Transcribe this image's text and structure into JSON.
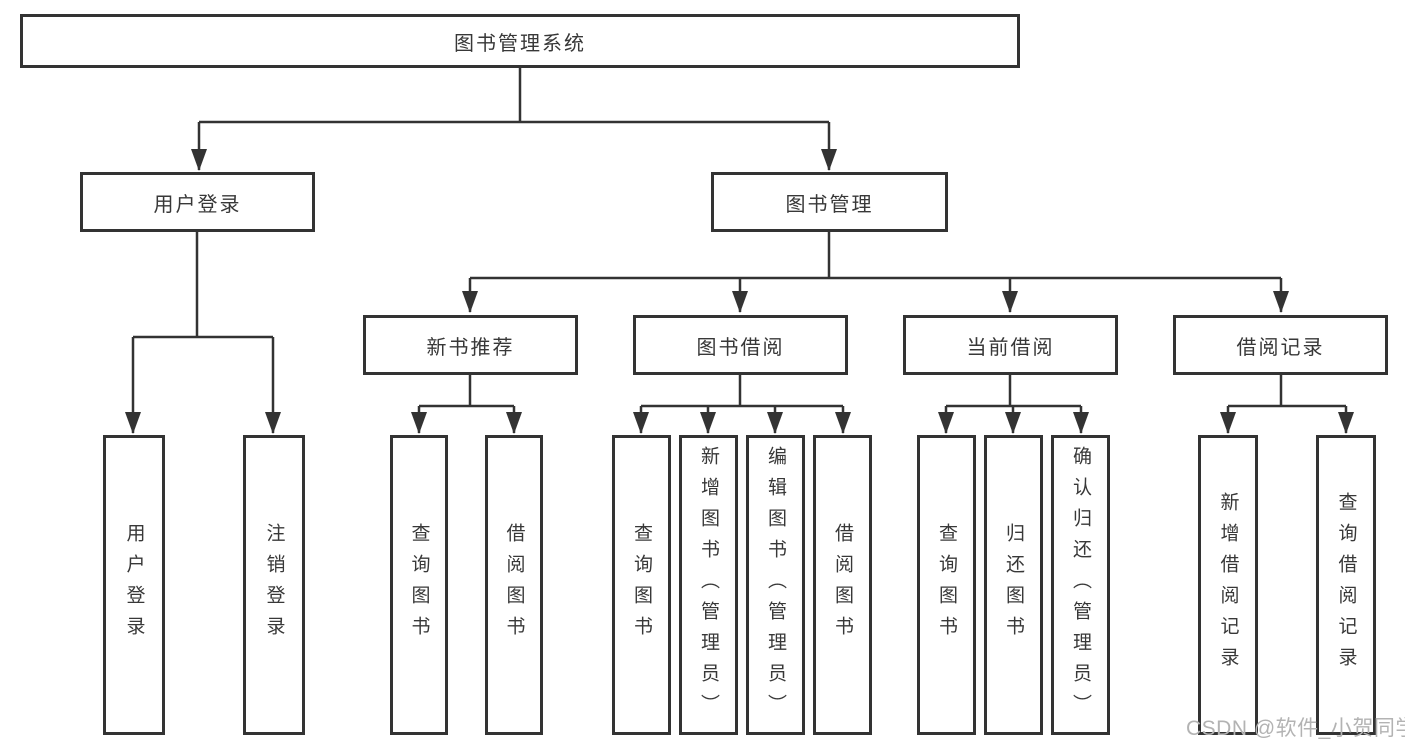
{
  "diagram": {
    "root": {
      "label": "图书管理系统"
    },
    "branches": [
      {
        "label": "用户登录"
      },
      {
        "label": "图书管理"
      }
    ],
    "sections": [
      {
        "label": "新书推荐"
      },
      {
        "label": "图书借阅"
      },
      {
        "label": "当前借阅"
      },
      {
        "label": "借阅记录"
      }
    ],
    "leaves": [
      {
        "label": "用户登录"
      },
      {
        "label": "注销登录"
      },
      {
        "label": "查询图书"
      },
      {
        "label": "借阅图书"
      },
      {
        "label": "查询图书"
      },
      {
        "label": "新增图书（管理员）"
      },
      {
        "label": "编辑图书（管理员）"
      },
      {
        "label": "借阅图书"
      },
      {
        "label": "查询图书"
      },
      {
        "label": "归还图书"
      },
      {
        "label": "确认归还（管理员）"
      },
      {
        "label": "新增借阅记录"
      },
      {
        "label": "查询借阅记录"
      }
    ]
  },
  "watermark": {
    "text": "CSDN @软件_小贺同学"
  },
  "colors": {
    "line": "#333333",
    "text": "#383838",
    "watermark": "#b3b3b3"
  }
}
